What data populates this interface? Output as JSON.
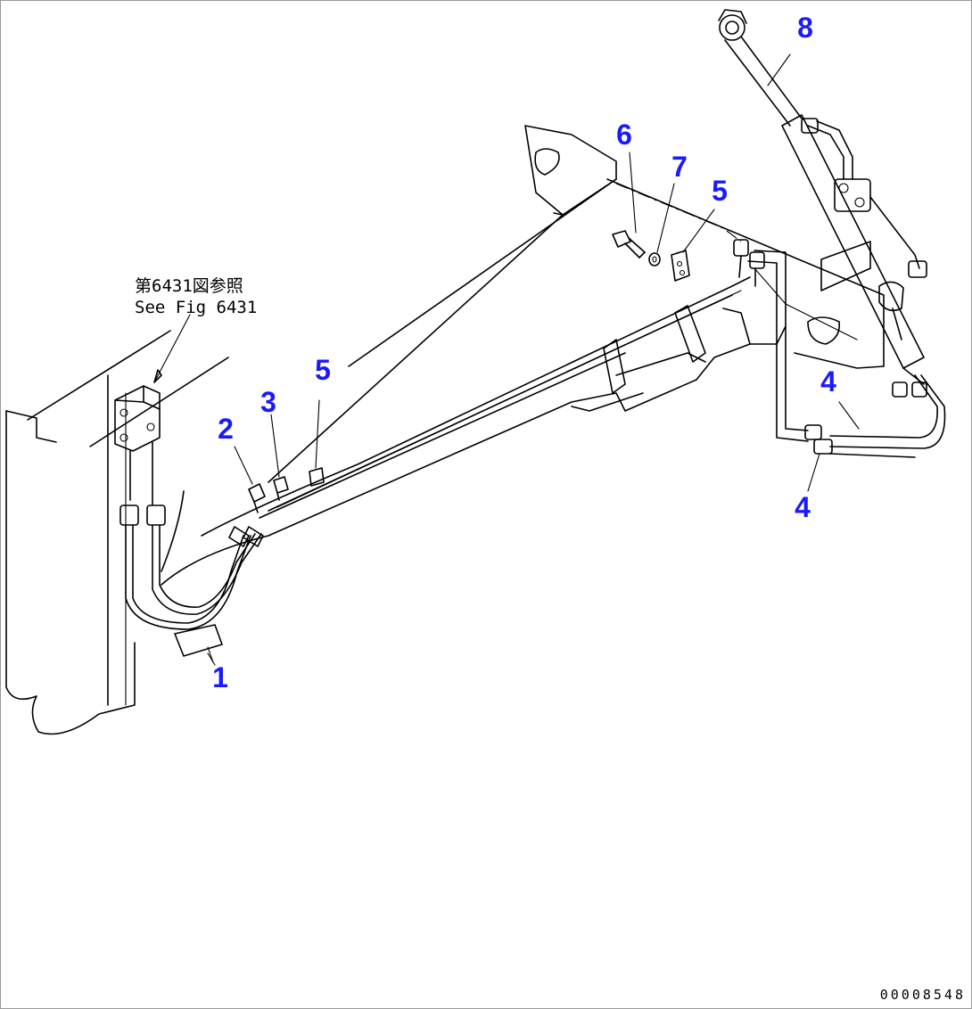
{
  "callouts": {
    "c1": "1",
    "c2": "2",
    "c3": "3",
    "c4a": "4",
    "c4b": "4",
    "c5a": "5",
    "c5b": "5",
    "c6": "6",
    "c7": "7",
    "c8": "8"
  },
  "reference": {
    "jp": "第6431図参照",
    "en": "See Fig 6431"
  },
  "drawing_number": "00008548",
  "colors": {
    "callout": "#1a1aff",
    "line": "#000000"
  }
}
